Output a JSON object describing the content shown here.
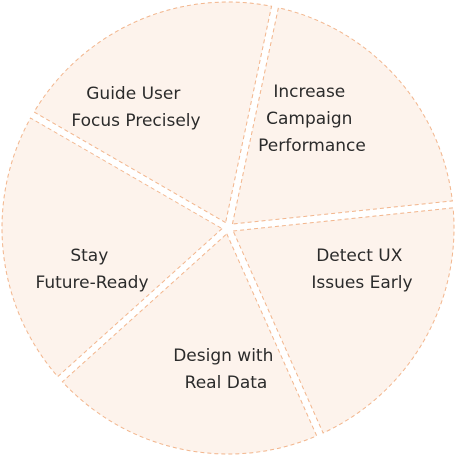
{
  "colors": {
    "segment_fill": "#fdf3ec",
    "segment_stroke": "#f2b58c",
    "text": "#2b2b2b",
    "background": "#ffffff"
  },
  "segments": [
    {
      "name": "segment-increase-campaign-performance",
      "lines": [
        "Increase",
        "Campaign",
        "Performance"
      ]
    },
    {
      "name": "segment-detect-ux-issues-early",
      "lines": [
        "Detect UX",
        "Issues Early"
      ]
    },
    {
      "name": "segment-design-with-real-data",
      "lines": [
        "Design with",
        "Real Data"
      ]
    },
    {
      "name": "segment-stay-future-ready",
      "lines": [
        "Stay",
        "Future-Ready"
      ]
    },
    {
      "name": "segment-guide-user-focus-precisely",
      "lines": [
        "Guide User",
        "Focus Precisely"
      ]
    }
  ]
}
